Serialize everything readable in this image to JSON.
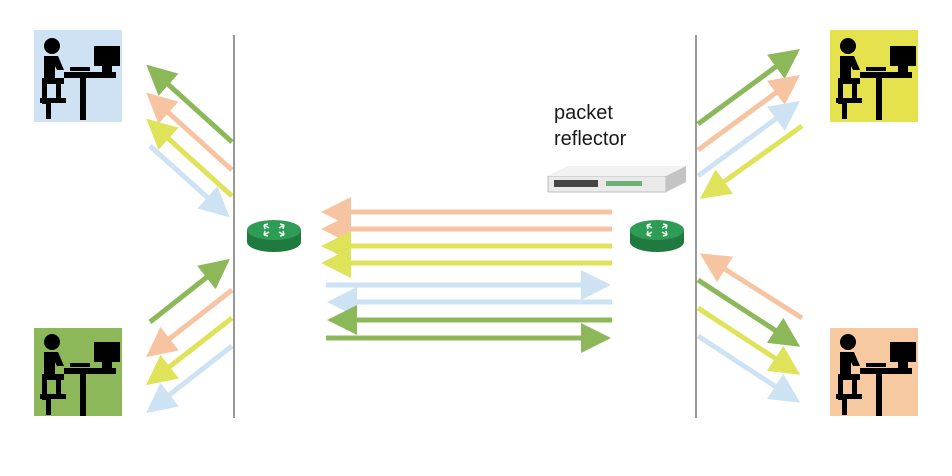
{
  "label": {
    "line1": "packet",
    "line2": "reflector"
  },
  "computers": [
    {
      "name": "host-top-left",
      "bg": "#cfe2f3"
    },
    {
      "name": "host-bottom-left",
      "bg": "#8cb85a"
    },
    {
      "name": "host-top-right",
      "bg": "#e6e24d"
    },
    {
      "name": "host-bottom-right",
      "bg": "#f7c9a1"
    }
  ],
  "colors": {
    "green": "#8cb85a",
    "orange": "#f7c4a1",
    "yellow": "#dfe35a",
    "blue": "#cde2f2",
    "router": "#2e9b57",
    "router_dark": "#1f7a3f",
    "reflector_body": "#e6e6e6",
    "divider": "#333333"
  },
  "icons": {
    "person": "person-at-computer-icon",
    "router": "router-icon",
    "reflector": "network-switch-icon"
  }
}
